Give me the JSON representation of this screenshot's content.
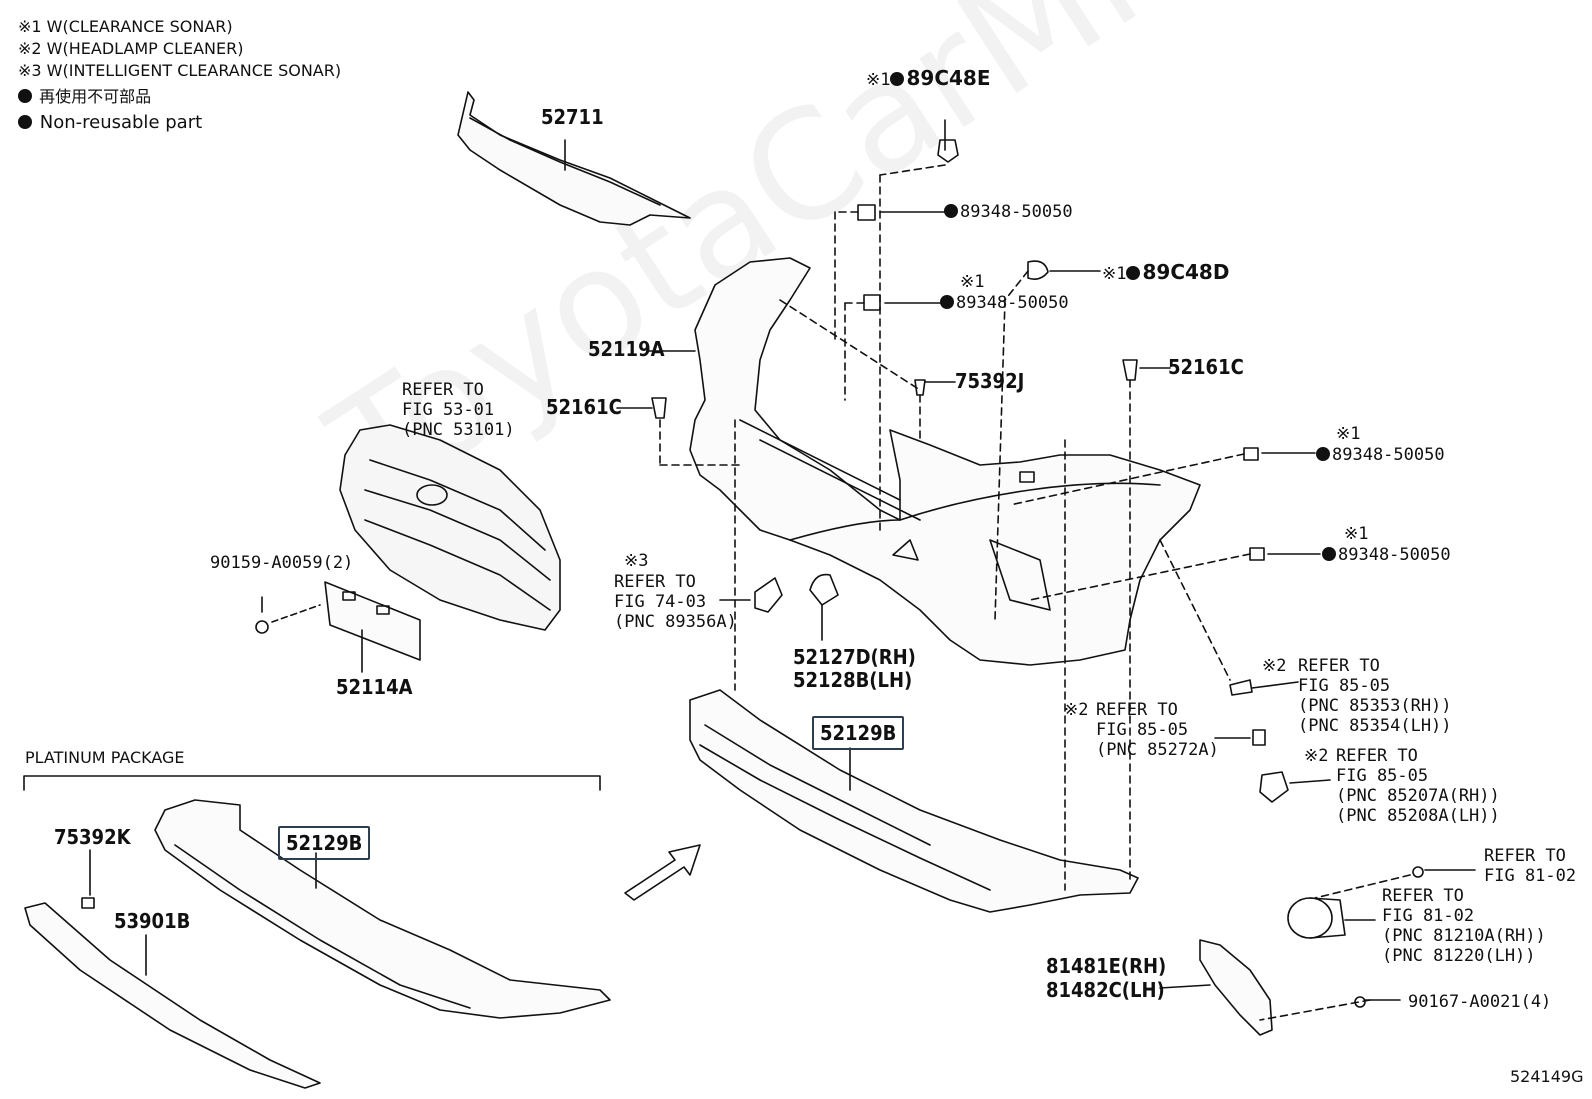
{
  "legend": {
    "items": [
      "※1 W(CLEARANCE SONAR)",
      "※2 W(HEADLAMP CLEANER)",
      "※3 W(INTELLIGENT CLEARANCE SONAR)"
    ],
    "nonreusable_jp": "再使用不可部品",
    "nonreusable_en": "Non-reusable part"
  },
  "watermark": "ToyotaCarMine.ru",
  "figure_id": "524149G",
  "platinum_package": "PLATINUM PACKAGE",
  "parts": {
    "p52711": "52711",
    "p52119a": "52119A",
    "p52161c_left": "52161C",
    "p52161c_right": "52161C",
    "p75392j": "75392J",
    "p89c48e": "89C48E",
    "p89c48e_mark": "※1",
    "p89c48d": "89C48D",
    "p89c48d_mark": "※1",
    "p89348_a": "89348-50050",
    "p89348_b": "89348-50050",
    "p89348_b_mark": "※1",
    "p89348_c": "89348-50050",
    "p89348_c_mark": "※1",
    "p89348_d": "89348-50050",
    "p89348_d_mark": "※1",
    "p90159": "90159-A0059(2)",
    "p52114a": "52114A",
    "p52127d": "52127D(RH)",
    "p52128b": "52128B(LH)",
    "p52129b_main": "52129B",
    "p52129b_plat": "52129B",
    "p75392k": "75392K",
    "p53901b": "53901B",
    "p81481e": "81481E(RH)",
    "p81482c": "81482C(LH)",
    "p90167": "90167-A0021(4)"
  },
  "refs": {
    "grille": "REFER TO\nFIG 53-01\n(PNC 53101)",
    "sonar_mark": "※3",
    "sonar": "REFER TO\nFIG 74-03\n(PNC 89356A)",
    "cleaner_cover_mark": "※2",
    "cleaner_cover": "REFER TO\nFIG 85-05\n(PNC 85353(RH))\n(PNC 85354(LH))",
    "cleaner_clip_mark": "※2",
    "cleaner_clip": "REFER TO\nFIG 85-05\n(PNC 85272A)",
    "cleaner_nozzle_mark": "※2",
    "cleaner_nozzle": "REFER TO\nFIG 85-05\n(PNC 85207A(RH))\n(PNC 85208A(LH))",
    "fog_bolt": "REFER TO\nFIG 81-02",
    "fog_lamp": "REFER TO\nFIG 81-02\n(PNC 81210A(RH))\n(PNC 81220(LH))"
  }
}
